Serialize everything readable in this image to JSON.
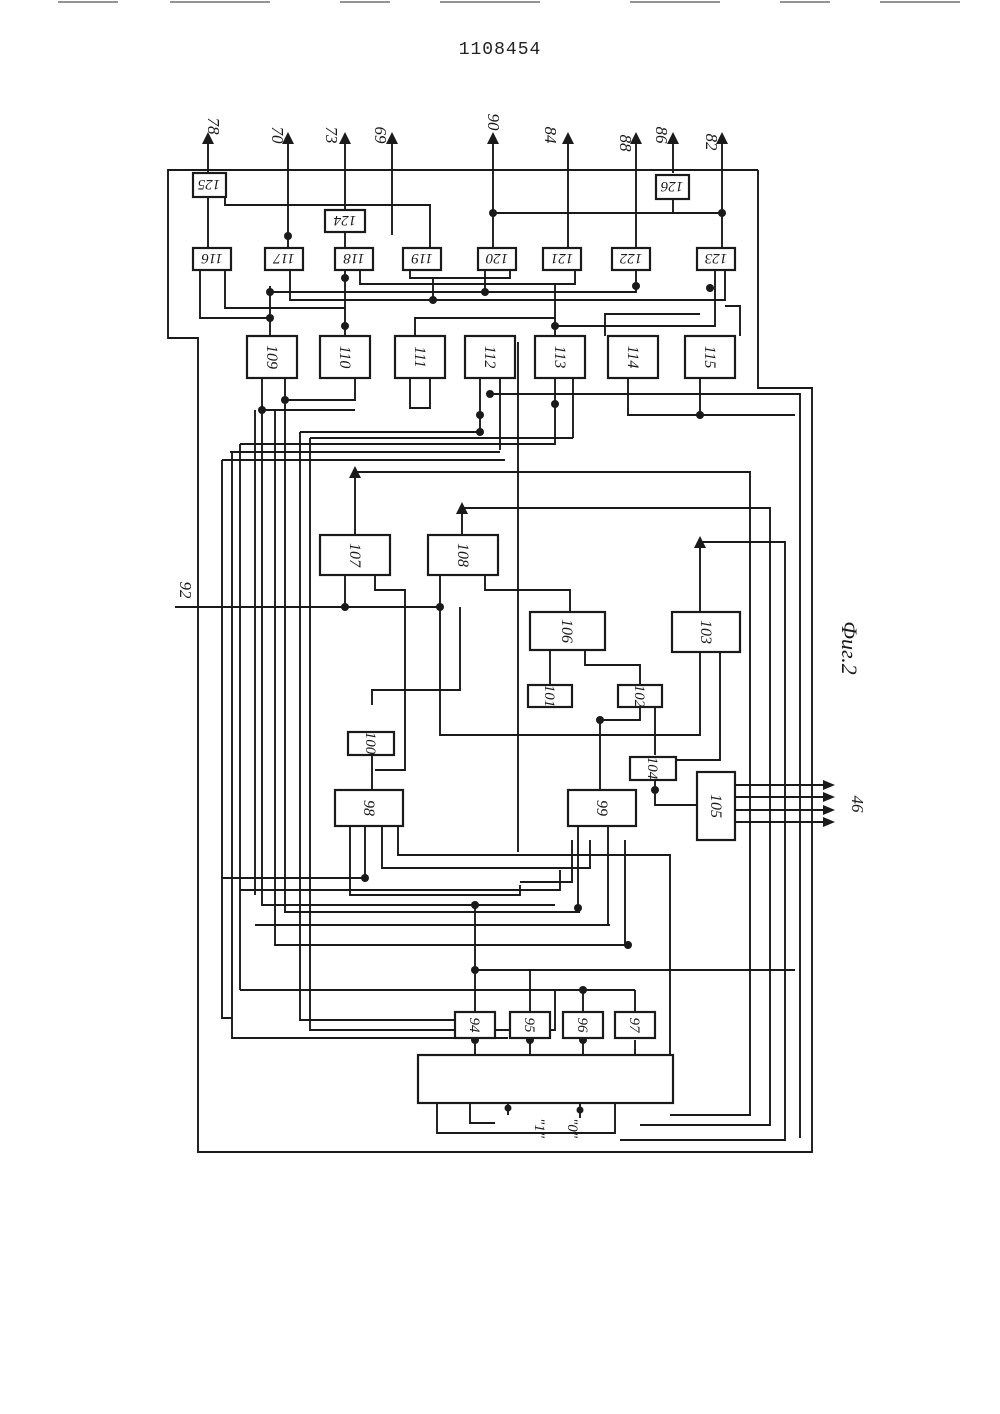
{
  "document": {
    "patent_number": "1108454",
    "figure_caption": "Фиг.2"
  },
  "blocks": {
    "b94": "94",
    "b95": "95",
    "b96": "96",
    "b97": "97",
    "b98": "98",
    "b99": "99",
    "b100": "100",
    "b101": "101",
    "b102": "102",
    "b103": "103",
    "b104": "104",
    "b105": "105",
    "b106": "106",
    "b107": "107",
    "b108": "108",
    "b109": "109",
    "b110": "110",
    "b111": "111",
    "b112": "112",
    "b113": "113",
    "b114": "114",
    "b115": "115",
    "b116": "116",
    "b117": "117",
    "b118": "118",
    "b119": "119",
    "b120": "120",
    "b121": "121",
    "b122": "122",
    "b123": "123",
    "b124": "124",
    "b125": "125",
    "b126": "126"
  },
  "terminals": {
    "t78": "78",
    "t70": "70",
    "t73": "73",
    "t69": "69",
    "t90": "90",
    "t84": "84",
    "t88": "88",
    "t86": "86",
    "t82": "82",
    "t92": "92",
    "t46": "46"
  },
  "switch_labels": {
    "one": "\"1\"",
    "zero": "\"0\""
  }
}
